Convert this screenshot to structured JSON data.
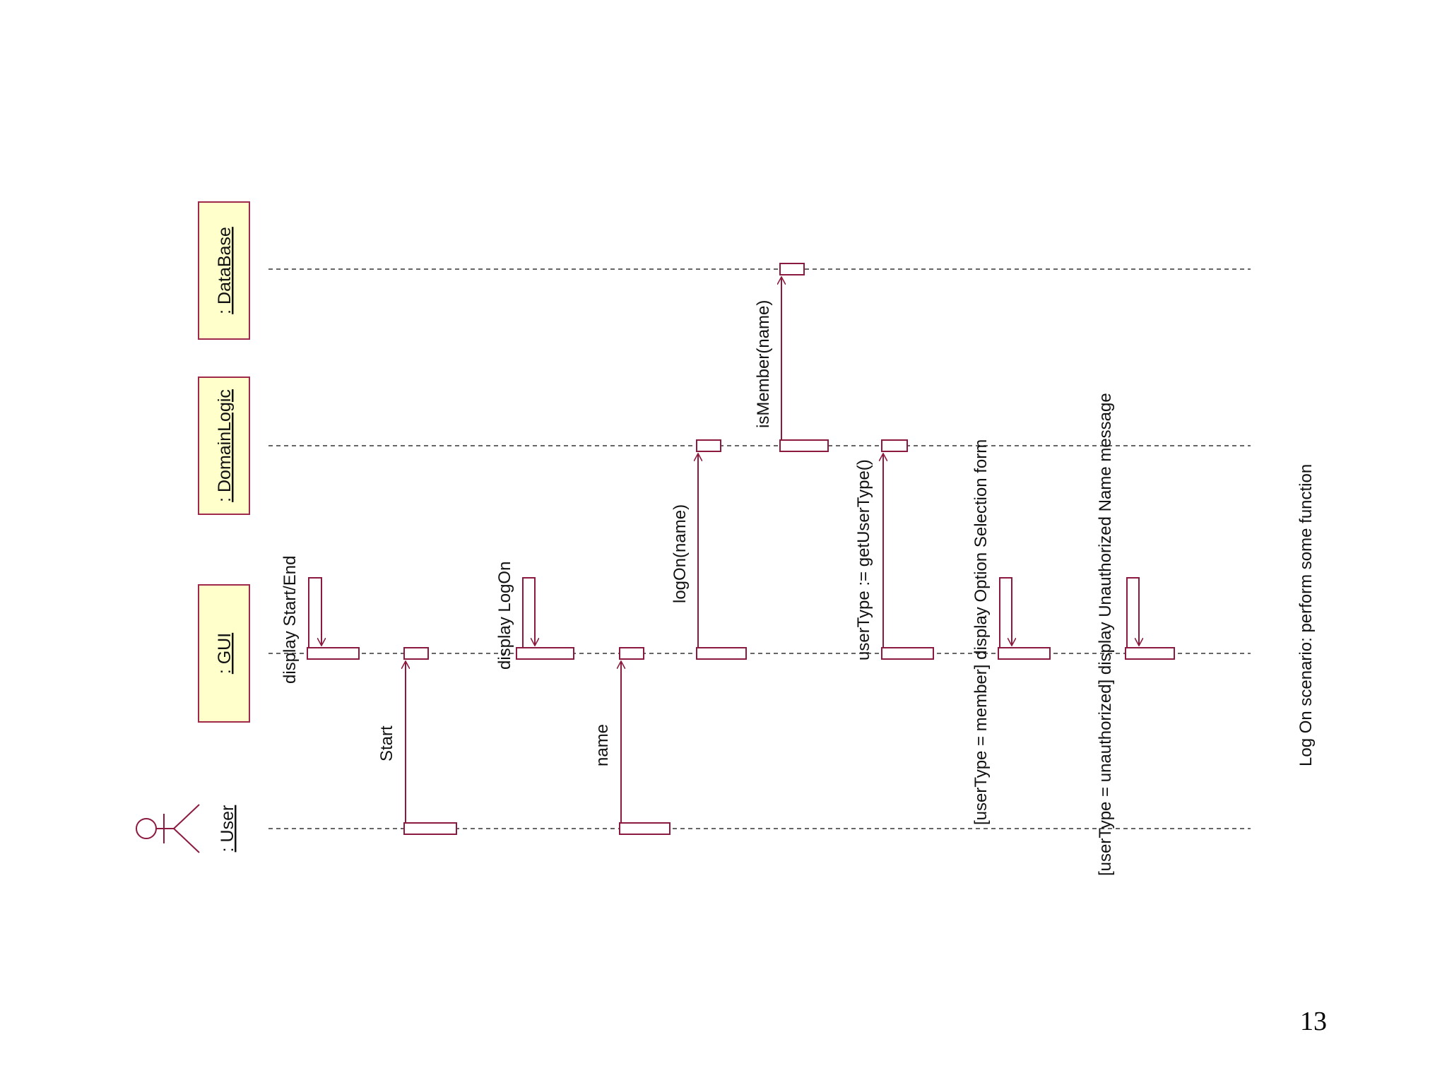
{
  "colors": {
    "line": "#8b1a3e",
    "box_fill": "#ffffcc",
    "box_stroke": "#a0284a",
    "lifeline": "#333333"
  },
  "objects": {
    "user": {
      "label": ": User",
      "icon": "actor-icon"
    },
    "gui": {
      "label": ": GUI"
    },
    "domainlogic": {
      "label": ": DomainLogic"
    },
    "database": {
      "label": ": DataBase"
    }
  },
  "messages": {
    "m1": "display  Start/End",
    "m2": "Start",
    "m3": "display  LogOn",
    "m4": "name",
    "m5": "logOn(name)",
    "m6": "isMember(name)",
    "m7": "userType := getUserType()",
    "m8": "[userType = member] display  Option Selection form",
    "m9": "[userType = unauthorized] display  Unauthorized Name message"
  },
  "caption": "Log On  scenario:  perform some function",
  "page_number": "13"
}
